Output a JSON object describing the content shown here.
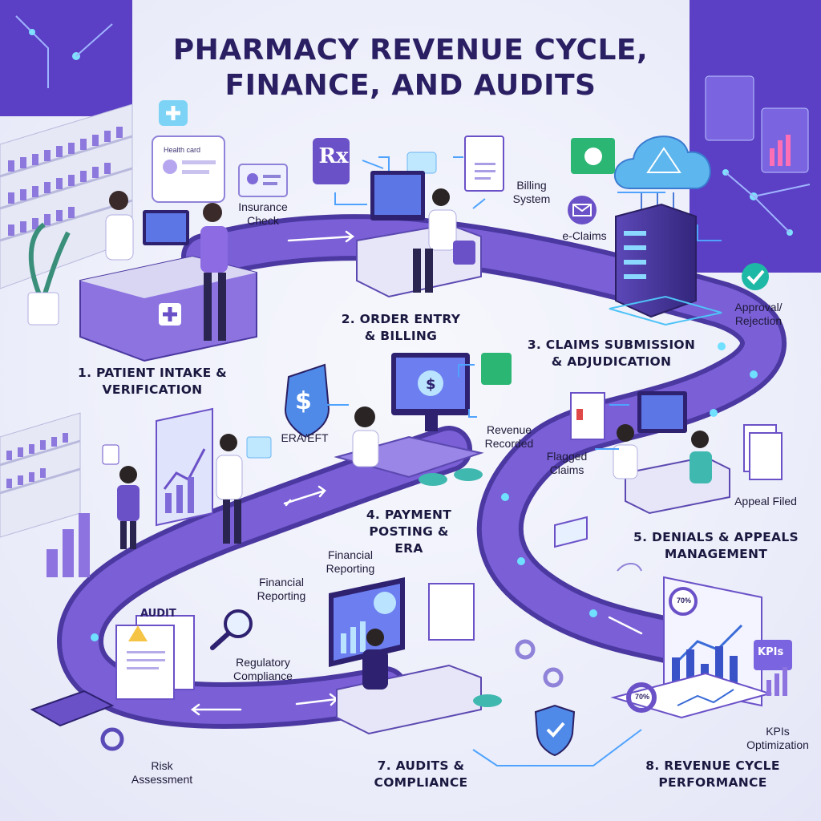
{
  "title": {
    "line1": "PHARMACY REVENUE CYCLE,",
    "line2": "FINANCE, AND AUDITS"
  },
  "steps": [
    {
      "line1": "1. PATIENT INTAKE &",
      "line2": "VERIFICATION"
    },
    {
      "line1": "2. ORDER ENTRY",
      "line2": "& BILLING"
    },
    {
      "line1": "3. CLAIMS SUBMISSION",
      "line2": "& ADJUDICATION"
    },
    {
      "line1": "4. PAYMENT",
      "line2": "POSTING & ERA"
    },
    {
      "line1": "5. DENIALS & APPEALS",
      "line2": "MANAGEMENT"
    },
    {
      "line1": "7. AUDITS &",
      "line2": "COMPLIANCE"
    },
    {
      "line1": "8. REVENUE CYCLE",
      "line2": "PERFORMANCE"
    }
  ],
  "labels": {
    "insurance_check": {
      "line1": "Insurance",
      "line2": "Check"
    },
    "health_card": "Health card",
    "billing_system": {
      "line1": "Billing",
      "line2": "System"
    },
    "e_claims": "e-Claims",
    "approval_rejection": {
      "line1": "Approval/",
      "line2": "Rejection"
    },
    "era_eft": "ERA/EFT",
    "revenue_recorded": {
      "line1": "Revenue",
      "line2": "Recorded"
    },
    "flagged_claims": {
      "line1": "Flagged",
      "line2": "Claims"
    },
    "appeal_filed": "Appeal Filed",
    "financial_reporting_left": {
      "line1": "Financial",
      "line2": "Reporting"
    },
    "financial_reporting_top": {
      "line1": "Financial",
      "line2": "Reporting"
    },
    "regulatory_compliance": {
      "line1": "Regulatory",
      "line2": "Compliance"
    },
    "risk_assessment": {
      "line1": "Risk",
      "line2": "Assessment"
    },
    "kpis_optimization": {
      "line1": "KPIs",
      "line2": "Optimization"
    },
    "audit_doc": "AUDIT",
    "kpis_badge": "KPIs",
    "gauge_top": "70%",
    "gauge_bottom": "70%",
    "rx_symbol": "Rx"
  },
  "colors": {
    "title": "#2a1f63",
    "road": "#6b51c8",
    "road_dark": "#4b38a0",
    "accent_blue": "#4fc3f7",
    "accent_green": "#2bb673"
  }
}
